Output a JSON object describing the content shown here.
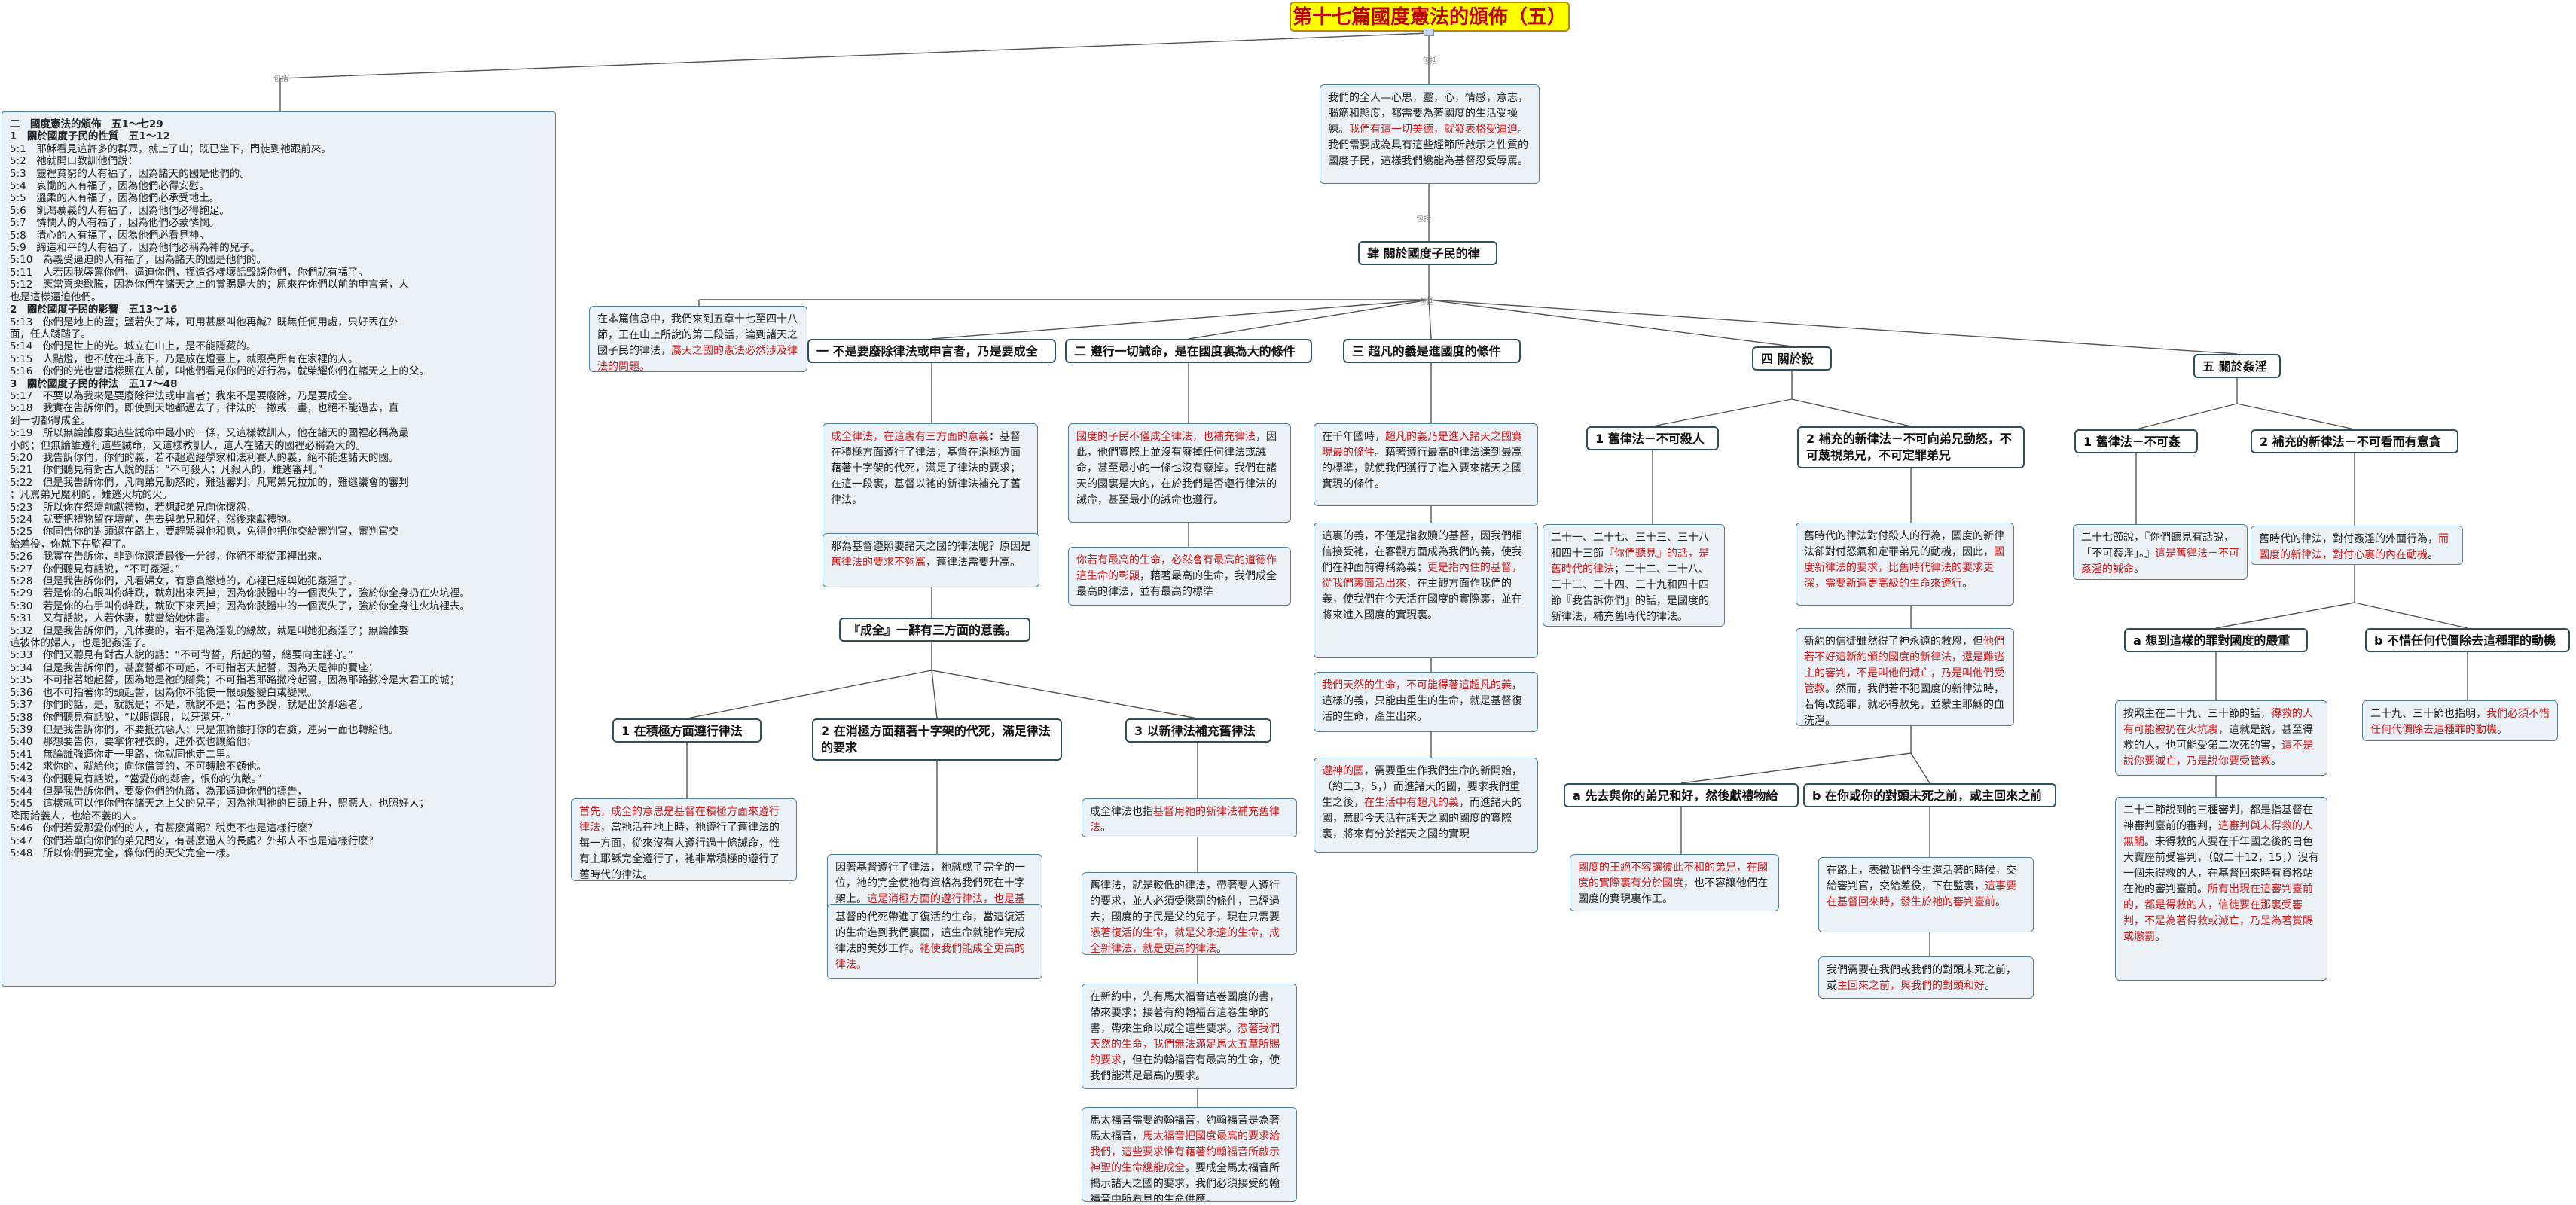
{
  "title": "第十七篇國度憲法的頒佈（五）",
  "link_label": "包括",
  "outline": [
    {
      "t": "二　國度憲法的頒佈　五1～七29",
      "h": true
    },
    {
      "t": "1　關於國度子民的性質　五1～12",
      "h": true
    },
    {
      "t": "5:1　耶穌看見這許多的群眾，就上了山；既已坐下，門徒到祂跟前來。"
    },
    {
      "t": "5:2　祂就開口教訓他們說："
    },
    {
      "t": "5:3　靈裡貧窮的人有福了，因為諸天的國是他們的。"
    },
    {
      "t": "5:4　哀慟的人有福了，因為他們必得安慰。"
    },
    {
      "t": "5:5　溫柔的人有福了，因為他們必承受地土。"
    },
    {
      "t": "5:6　飢渴慕義的人有福了，因為他們必得飽足。"
    },
    {
      "t": "5:7　憐憫人的人有福了，因為他們必蒙憐憫。"
    },
    {
      "t": "5:8　清心的人有福了，因為他們必看見神。"
    },
    {
      "t": "5:9　締造和平的人有福了，因為他們必稱為神的兒子。"
    },
    {
      "t": "5:10　為義受逼迫的人有福了，因為諸天的國是他們的。"
    },
    {
      "t": "5:11　人若因我辱罵你們，逼迫你們，捏造各樣壞話毀謗你們，你們就有福了。"
    },
    {
      "t": "5:12　應當喜樂歡騰，因為你們在諸天之上的賞賜是大的；原來在你們以前的申言者，人"
    },
    {
      "t": "也是這樣逼迫他們。"
    },
    {
      "t": "2　關於國度子民的影響　五13～16",
      "h": true
    },
    {
      "t": "5:13　你們是地上的鹽；鹽若失了味，可用甚麼叫他再鹹？既無任何用處，只好丟在外"
    },
    {
      "t": "面，任人踐踏了。"
    },
    {
      "t": "5:14　你們是世上的光。城立在山上，是不能隱藏的。"
    },
    {
      "t": "5:15　人點燈，也不放在斗底下，乃是放在燈臺上，就照亮所有在家裡的人。"
    },
    {
      "t": "5:16　你們的光也當這樣照在人前，叫他們看見你們的好行為，就榮耀你們在諸天之上的父。"
    },
    {
      "t": "3　關於國度子民的律法　五17～48",
      "h": true
    },
    {
      "t": "5:17　不要以為我來是要廢除律法或申言者；我來不是要廢除，乃是要成全。"
    },
    {
      "t": "5:18　我實在告訴你們，即使到天地都過去了，律法的一撇或一畫，也絕不能過去，直"
    },
    {
      "t": "到一切都得成全。"
    },
    {
      "t": "5:19　所以無論誰廢棄這些誡命中最小的一條，又這樣教訓人，他在諸天的國裡必稱為最"
    },
    {
      "t": "小的；但無論誰遵行這些誡命，又這樣教訓人，這人在諸天的國裡必稱為大的。"
    },
    {
      "t": "5:20　我告訴你們，你們的義，若不超過經學家和法利賽人的義，絕不能進諸天的國。"
    },
    {
      "t": "5:21　你們聽見有對古人說的話：“不可殺人；凡殺人的，難逃審判。”"
    },
    {
      "t": "5:22　但是我告訴你們，凡向弟兄動怒的，難逃審判；凡罵弟兄拉加的，難逃議會的審判"
    },
    {
      "t": "；凡罵弟兄魔利的，難逃火坑的火。"
    },
    {
      "t": "5:23　所以你在祭壇前獻禮物，若想起弟兄向你懷怨，"
    },
    {
      "t": "5:24　就要把禮物留在壇前，先去與弟兄和好，然後來獻禮物。"
    },
    {
      "t": "5:25　你同告你的對頭還在路上，要趕緊與他和息，免得他把你交給審判官，審判官交"
    },
    {
      "t": "給差役，你就下在監裡了。"
    },
    {
      "t": "5:26　我實在告訴你，非到你還清最後一分錢，你絕不能從那裡出來。"
    },
    {
      "t": "5:27　你們聽見有話說，“不可姦淫。”"
    },
    {
      "t": "5:28　但是我告訴你們，凡看婦女，有意貪戀她的，心裡已經與她犯姦淫了。"
    },
    {
      "t": "5:29　若是你的右眼叫你絆跌，就剜出來丟掉；因為你肢體中的一個喪失了，強於你全身扔在火坑裡。"
    },
    {
      "t": "5:30　若是你的右手叫你絆跌，就砍下來丟掉；因為你肢體中的一個喪失了，強於你全身往火坑裡去。"
    },
    {
      "t": "5:31　又有話說，人若休妻，就當給她休書。"
    },
    {
      "t": "5:32　但是我告訴你們，凡休妻的，若不是為淫亂的緣故，就是叫她犯姦淫了；無論誰娶"
    },
    {
      "t": "這被休的婦人，也是犯姦淫了。"
    },
    {
      "t": "5:33　你們又聽見有對古人說的話：“不可背誓，所起的誓，總要向主謹守。”"
    },
    {
      "t": "5:34　但是我告訴你們，甚麼誓都不可起，不可指著天起誓，因為天是神的寶座；"
    },
    {
      "t": "5:35　不可指著地起誓，因為地是祂的腳凳；不可指著耶路撒冷起誓，因為耶路撒冷是大君王的城；"
    },
    {
      "t": "5:36　也不可指著你的頭起誓，因為你不能使一根頭髮變白或變黑。"
    },
    {
      "t": "5:37　你們的話，是，就說是；不是，就說不是；若再多說，就是出於那惡者。"
    },
    {
      "t": "5:38　你們聽見有話說，“以眼還眼，以牙還牙。”"
    },
    {
      "t": "5:39　但是我告訴你們，不要抵抗惡人；只是無論誰打你的右臉，連另一面也轉給他。"
    },
    {
      "t": "5:40　那想要告你，要拿你裡衣的，連外衣也讓給他；"
    },
    {
      "t": "5:41　無論誰強逼你走一里路，你就同他走二里。"
    },
    {
      "t": "5:42　求你的，就給他；向你借貸的，不可轉臉不顧他。"
    },
    {
      "t": "5:43　你們聽見有話說，“當愛你的鄰舍，恨你的仇敵。”"
    },
    {
      "t": "5:44　但是我告訴你們，要愛你們的仇敵，為那逼迫你們的禱告，"
    },
    {
      "t": "5:45　這樣就可以作你們在諸天之上父的兒子；因為祂叫祂的日頭上升，照惡人，也照好人；"
    },
    {
      "t": "降雨給義人，也給不義的人。"
    },
    {
      "t": "5:46　你們若愛那愛你們的人，有甚麼賞賜？稅吏不也是這樣行麼？"
    },
    {
      "t": "5:47　你們若單向你們的弟兄問安，有甚麼過人的長處？外邦人不也是這樣行麼？"
    },
    {
      "t": "5:48　所以你們要完全，像你們的天父完全一樣。"
    }
  ],
  "nodes": {
    "intro": [
      {
        "t": "我們的全人—心思，靈，心，情感，意志，腦筋和態度，都需要為著國度的生活受操練。"
      },
      {
        "t": "我們有這一切美德，就發表格受逼迫",
        "r": true
      },
      {
        "t": "。我們需要成為具有這些經節所啟示之性質的國度子民，這樣我們纔能為基督忍受辱罵。"
      }
    ],
    "law_main": "肆 關於國度子民的律法",
    "scope": [
      {
        "t": "在本篇信息中，我們來到五章十七至四十八節，王在山上所說的第三段話，論到諸天之國子民的律法，"
      },
      {
        "t": "屬天之國的憲法必然涉及律法的問題。",
        "r": true
      }
    ],
    "h1": "一 不是要廢除律法或申言者，乃是要成全",
    "h2": "二 遵行一切誡命，是在國度裏為大的條件",
    "h3": "三 超凡的義是進國度的條件",
    "h4": "四 關於殺人",
    "h5": "五 關於姦淫",
    "b1a": [
      {
        "t": "成全律法，在這裏有三方面的意義",
        "r": true
      },
      {
        "t": "：基督在積極方面遵行了律法；基督在消極方面藉著十字架的代死，滿足了律法的要求；在這一段裏，基督以祂的新律法補充了舊律法。"
      }
    ],
    "b1b": [
      {
        "t": "那為基督遵照要諸天之國的律法呢？原因是"
      },
      {
        "t": "舊律法的要求不夠高",
        "r": true
      },
      {
        "t": "，舊律法需要升高。"
      }
    ],
    "fulfil": "『成全』一辭有三方面的意義。",
    "f1": "1 在積極方面遵行律法",
    "f2": "2 在消極方面藉著十字架的代死，滿足律法的要求",
    "f3": "3 以新律法補充舊律法",
    "f1b": [
      {
        "t": "首先，成全的意思是基督在積極方面來遵行律法",
        "r": true
      },
      {
        "t": "，當祂活在地上時，祂遵行了舊律法的每一方面，從來沒有人遵行過十條誡命，惟有主耶穌完全遵行了，祂非常積極的遵行了舊時代的律法。"
      }
    ],
    "f2b": [
      {
        "t": "因著基督遵行了律法，祂就成了完全的一位，祂的完全使祂有資格為我們死在十字架上。"
      },
      {
        "t": "這是消極方面的遵行律法，也是基督成全律法的第二種方式。",
        "r": true
      }
    ],
    "f2c": [
      {
        "t": "基督的代死帶進了復活的生命，當這復活的生命進到我們裏面，這生命就能作完成律法的美妙工作。"
      },
      {
        "t": "祂使我們能成全更高的律法。",
        "r": true
      }
    ],
    "f3a": [
      {
        "t": "成全律法也指"
      },
      {
        "t": "基督用祂的新律法補充舊律法",
        "r": true
      },
      {
        "t": "。"
      }
    ],
    "f3b": [
      {
        "t": "舊律法，就是較低的律法，帶著要人遵行的要求，並人必須受懲罰的條件，已經過去；國度的子民是父的兒子，現在只需要"
      },
      {
        "t": "憑著復活的生命，就是父永遠的生命，成全新律法，就是更高的律法",
        "r": true
      },
      {
        "t": "。"
      }
    ],
    "f3c": [
      {
        "t": "在新約中，先有馬太福音這卷國度的書，帶來要求；接著有約翰福音這卷生命的書，帶來生命以成全這些要求。"
      },
      {
        "t": "憑著我們天然的生命，我們無法滿足馬太五章所賜的要求",
        "r": true
      },
      {
        "t": "，但在約翰福音有最高的生命，使我們能滿足最高的要求。"
      }
    ],
    "f3d": [
      {
        "t": "馬太福音需要約翰福音，約翰福音是為著馬太福音，"
      },
      {
        "t": "馬太福音把國度最高的要求給我們，這些要求惟有藉著約翰福音所啟示神聖的生命纔能成全",
        "r": true
      },
      {
        "t": "。要成全馬太福音所揭示諸天之國的要求，我們必須接受約翰福音中所看見的生命供應。"
      }
    ],
    "b2a": [
      {
        "t": "國度的子民不僅成全律法，也補充律法",
        "r": true
      },
      {
        "t": "，因此，他們實際上並沒有廢掉任何律法或誡命，甚至最小的一條也沒有廢掉。我們在諸天的國裏是大的，在於我們是否遵行律法的誡命，甚至最小的誡命也遵行。"
      }
    ],
    "b2b": [
      {
        "t": "你若有最高的生命，必然會有最高的道德作這生命的彰顯",
        "r": true
      },
      {
        "t": "，藉著最高的生命，我們成全最高的律法，並有最高的標準"
      }
    ],
    "b3a": [
      {
        "t": "在千年國時，"
      },
      {
        "t": "超凡的義乃是進入諸天之國實現最的條件",
        "r": true
      },
      {
        "t": "。藉著遵行最高的律法達到最高的標準，就使我們獲行了進入要來諸天之國實現的條件。"
      }
    ],
    "b3b": [
      {
        "t": "這裏的義，不僅是指救贖的基督，因我們相信接受祂，在客觀方面成為我們的義，使我們在神面前得稱為義；"
      },
      {
        "t": "更是指內住的基督，從我們裏面活出來",
        "r": true
      },
      {
        "t": "，在主觀方面作我們的義，使我們在今天活在國度的實際裏，並在將來進入國度的實現裏。"
      }
    ],
    "b3c": [
      {
        "t": "我們天然的生命，不可能得著這超凡的義",
        "r": true
      },
      {
        "t": "，這樣的義，只能由重生的生命，就是基督復活的生命，產生出來。"
      }
    ],
    "b3d": [
      {
        "t": "遵神的國",
        "r": true
      },
      {
        "t": "，需要重生作我們生命的新開始，（約三3，5，）而進諸天的國，要求我們重生之後，"
      },
      {
        "t": "在生活中有超凡的義",
        "r": true
      },
      {
        "t": "，而進諸天的國，意即今天活在諸天之國的國度的實際裏，將來有分於諸天之國的實現"
      }
    ],
    "k1": "1 舊律法－不可殺人",
    "k2": "2 補充的新律法－不可向弟兄動怒，不可蔑視弟兄，不可定罪弟兄",
    "k1b": [
      {
        "t": "二十一、二十七、三十三、三十八和四十三節"
      },
      {
        "t": "『你們聽見』的話，是舊時代的律法",
        "r": true
      },
      {
        "t": "；二十二、二十八、三十二、三十四、三十九和四十四節『我告訴你們』的話，是國度的新律法，補充舊時代的律法。"
      }
    ],
    "k2a": [
      {
        "t": "舊時代的律法對付殺人的行為，國度的新律法卻對付怒氣和定罪弟兄的動機，因此，"
      },
      {
        "t": "國度新律法的要求，比舊時代律法的要求更深，需要新造更高級的生命來遵行",
        "r": true
      },
      {
        "t": "。"
      }
    ],
    "k2b": [
      {
        "t": "新約的信徒雖然得了神永遠的救恩，但"
      },
      {
        "t": "他們若不好這新約頒的國度的新律法，還是難逃主的審判，不是叫他們滅亡，乃是叫他們受管教",
        "r": true
      },
      {
        "t": "。然而，我們若不犯國度的新律法時，若悔改認罪，就必得赦免，並蒙主耶穌的血洗淨。"
      }
    ],
    "ka": "a 先去與你的弟兄和好，然後獻禮物給神",
    "kb": "b 在你或你的對頭未死之前，或主回來之前",
    "ka1": [
      {
        "t": "國度的王絕不容讓彼此不和的弟兄，在國度的實際裏有分於國度",
        "r": true
      },
      {
        "t": "，也不容讓他們在國度的實現裏作王。"
      }
    ],
    "kb1": [
      {
        "t": "在路上，表徵我們今生還活著的時候，交給審判官，交給差役，下在監裏，"
      },
      {
        "t": "這事要在基督回來時，發生於祂的審判臺前",
        "r": true
      },
      {
        "t": "。"
      }
    ],
    "kb2": [
      {
        "t": "我們需要在我們或我們的對頭未死之前，或"
      },
      {
        "t": "主回來之前，與我們的對頭和好",
        "r": true
      },
      {
        "t": "。"
      }
    ],
    "a1": "1 舊律法－不可姦淫",
    "a2": "2 補充的新律法－不可看而有意貪戀",
    "a1b": [
      {
        "t": "二十七節說，『你們聽見有話說，「不可姦淫」。』"
      },
      {
        "t": "這是舊律法－不可姦淫的誡命",
        "r": true
      },
      {
        "t": "。"
      }
    ],
    "a2b": [
      {
        "t": "舊時代的律法，對付姦淫的外面行為，"
      },
      {
        "t": "而國度的新律法，對付心裏的內在動機",
        "r": true
      },
      {
        "t": "。"
      }
    ],
    "aa": "a 想到這樣的罪對國度的嚴重性",
    "ab": "b 不惜任何代價除去這種罪的動機",
    "aa1": [
      {
        "t": "按照主在二十九、三十節的話，"
      },
      {
        "t": "得救的人有可能被扔在火坑裏",
        "r": true
      },
      {
        "t": "，這就是說，甚至得救的人，也可能受第二次死的害，"
      },
      {
        "t": "這不是說你要滅亡，乃是說你要受管教",
        "r": true
      },
      {
        "t": "。"
      }
    ],
    "aa2": [
      {
        "t": "二十二節說到的三種審判，都是指基督在神審判臺前的審判，"
      },
      {
        "t": "這審判與未得救的人無關",
        "r": true
      },
      {
        "t": "。未得救的人要在千年國之後的白色大寶座前受審判，（啟二十12，15，）沒有一個未得救的人，在基督回來時有資格站在祂的審判臺前。"
      },
      {
        "t": "所有出現在這審判臺前的，都是得救的人，信徒要在那裏受審判，不是為著得救或滅亡，乃是為著賞賜或懲罰",
        "r": true
      },
      {
        "t": "。"
      }
    ],
    "ab1": [
      {
        "t": "二十九、三十節也指明，"
      },
      {
        "t": "我們必須不惜任何代價除去這種罪的動機",
        "r": true
      },
      {
        "t": "。"
      }
    ]
  }
}
